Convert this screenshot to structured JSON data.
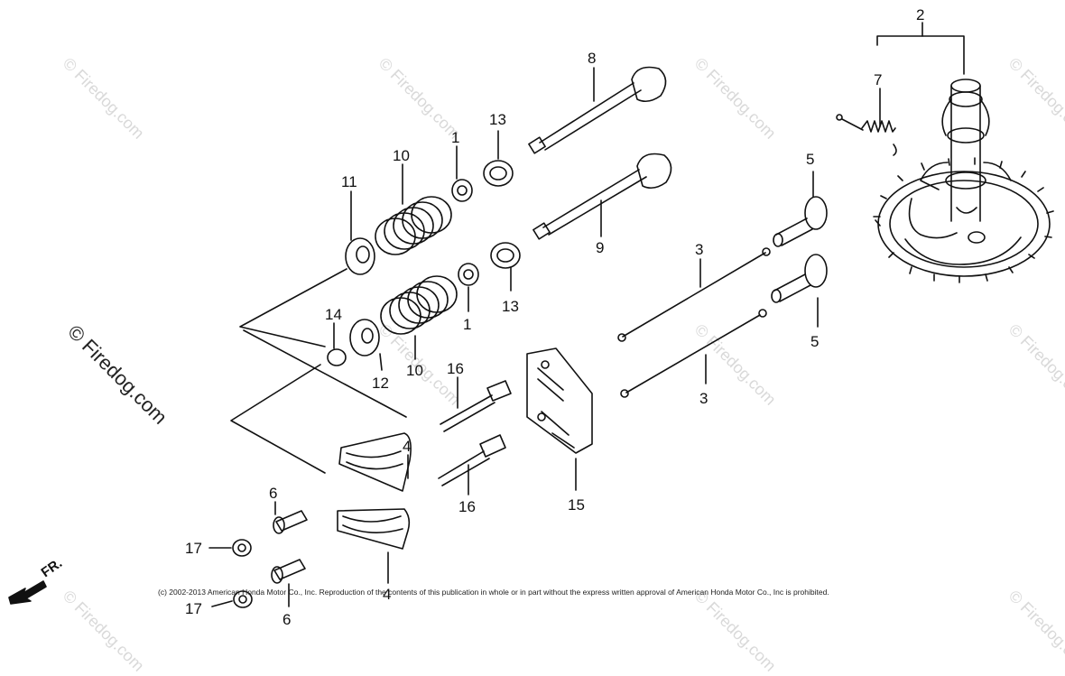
{
  "watermarks": {
    "small": "© Firedog.com",
    "large": "© Firedog.com"
  },
  "copyright": "(c) 2002-2013 American Honda Motor Co., Inc. Reproduction of the contents of this publication in whole or in part without the express written approval of American Honda Motor Co., Inc is prohibited.",
  "direction_label": "FR.",
  "callouts": {
    "n1a": "1",
    "n1b": "1",
    "n2": "2",
    "n3a": "3",
    "n3b": "3",
    "n4a": "4",
    "n4b": "4",
    "n5a": "5",
    "n5b": "5",
    "n6a": "6",
    "n6b": "6",
    "n7": "7",
    "n8": "8",
    "n9": "9",
    "n10a": "10",
    "n10b": "10",
    "n11": "11",
    "n12": "12",
    "n13a": "13",
    "n13b": "13",
    "n14": "14",
    "n15": "15",
    "n16a": "16",
    "n16b": "16",
    "n17a": "17",
    "n17b": "17"
  },
  "colors": {
    "line": "#111111",
    "watermark": "#d9d9d9"
  }
}
